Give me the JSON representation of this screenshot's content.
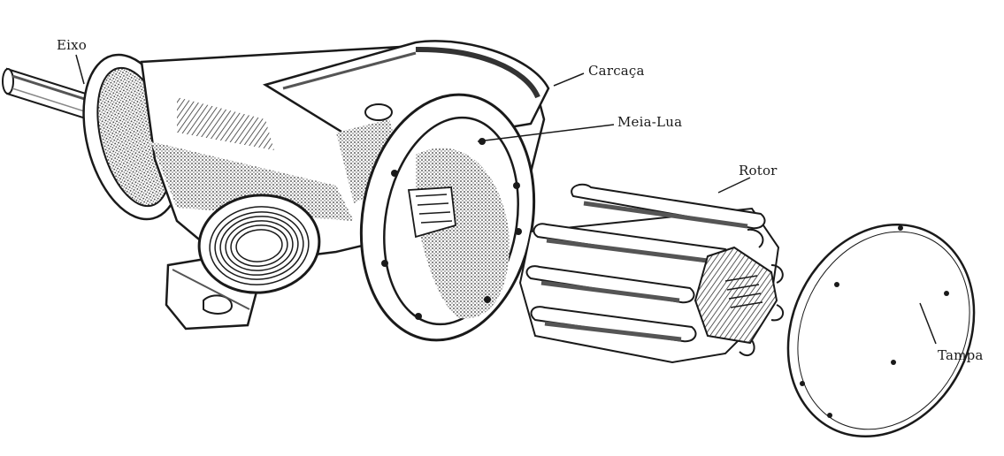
{
  "labels": {
    "shaft": "Eixo",
    "housing": "Carcaça",
    "half_moon": "Meia-Lua",
    "rotor": "Rotor",
    "cover": "Tampa"
  },
  "colors": {
    "ink": "#1a1a1a",
    "shade": "#555555",
    "background": "#ffffff"
  }
}
